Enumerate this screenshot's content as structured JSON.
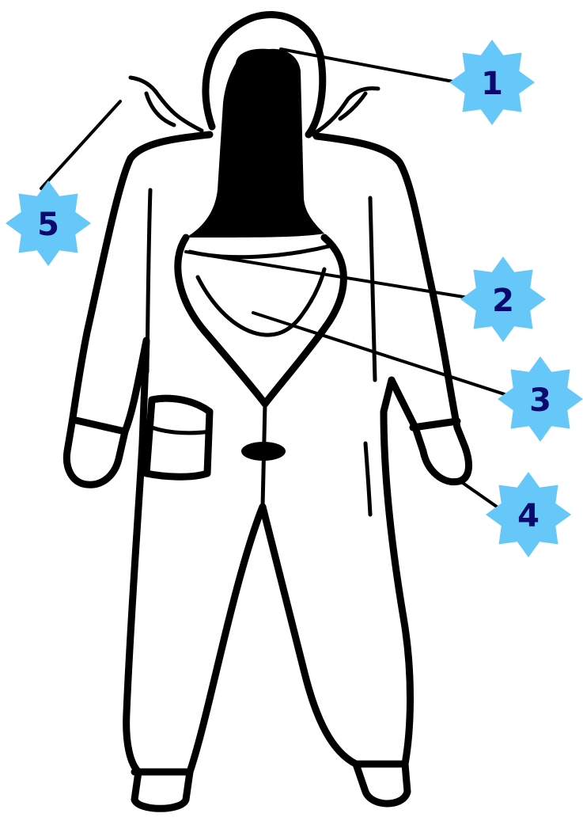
{
  "colors": {
    "badge_fill": "#66c7f9",
    "badge_text": "#0a0a6e",
    "line": "#000000"
  },
  "illustration": "protective-coverall-suit",
  "callouts": [
    {
      "id": "callout-1",
      "label": "1"
    },
    {
      "id": "callout-2",
      "label": "2"
    },
    {
      "id": "callout-3",
      "label": "3"
    },
    {
      "id": "callout-4",
      "label": "4"
    },
    {
      "id": "callout-5",
      "label": "5"
    }
  ]
}
